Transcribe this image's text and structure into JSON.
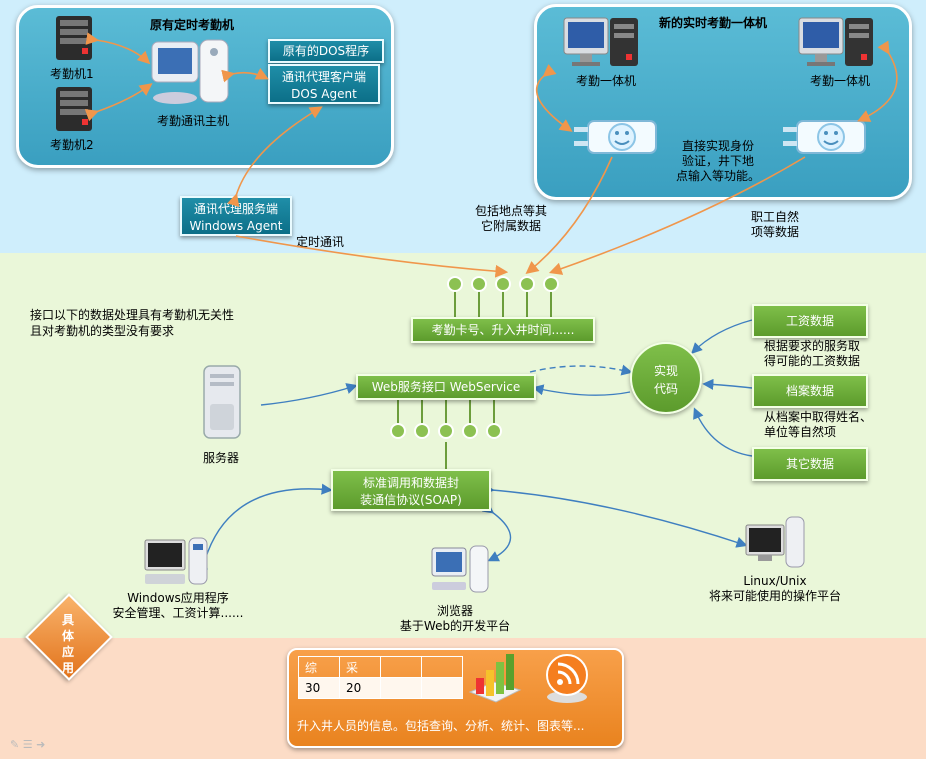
{
  "top_left": {
    "title": "原有定时考勤机",
    "machine1": "考勤机1",
    "machine2": "考勤机2",
    "host": "考勤通讯主机",
    "dos_program": "原有的DOS程序",
    "agent_client_line1": "通讯代理客户端",
    "agent_client_line2": "DOS Agent"
  },
  "top_right": {
    "title": "新的实时考勤一体机",
    "machine_a": "考勤一体机",
    "machine_b": "考勤一体机",
    "note_line1": "直接实现身份",
    "note_line2": "验证，井下地",
    "note_line3": "点输入等功能。"
  },
  "agent_server": {
    "line1": "通讯代理服务端",
    "line2": "Windows Agent"
  },
  "labels": {
    "timed_comm": "定时通讯",
    "location_line1": "包括地点等其",
    "location_line2": "它附属数据",
    "staff_line1": "职工自然",
    "staff_line2": "项等数据",
    "interface_note_line1": "接口以下的数据处理具有考勤机无关性",
    "interface_note_line2": "且对考勤机的类型没有要求",
    "server": "服务器"
  },
  "middle": {
    "card_bar": "考勤卡号、升入井时间......",
    "webservice": "Web服务接口 WebService",
    "soap_line1": "标准调用和数据封",
    "soap_line2": "装通信协议(SOAP)",
    "impl_line1": "实现",
    "impl_line2": "代码"
  },
  "sources": {
    "salary": "工资数据",
    "salary_note_line1": "根据要求的服务取",
    "salary_note_line2": "得可能的工资数据",
    "archive": "档案数据",
    "archive_note_line1": "从档案中取得姓名、",
    "archive_note_line2": "单位等自然项",
    "other": "其它数据"
  },
  "clients": {
    "windows_line1": "Windows应用程序",
    "windows_line2": "安全管理、工资计算......",
    "browser_line1": "浏览器",
    "browser_line2": "基于Web的开发平台",
    "linux_line1": "Linux/Unix",
    "linux_line2": "将来可能使用的操作平台"
  },
  "bottom": {
    "diamond": "具体应用",
    "table_head": [
      "综",
      "采",
      "",
      ""
    ],
    "table_row": [
      "30",
      "20",
      "",
      ""
    ],
    "caption": "升入井人员的信息。包括查询、分析、统计、图表等..."
  },
  "colors": {
    "top_band": "#cfeefc",
    "middle_band": "#eaf7d9",
    "bottom_band": "#fcdcc6",
    "teal": "#0c6f88",
    "green": "#5c9b2c",
    "orange": "#e9831f",
    "connector_orange": "#f0964b",
    "connector_blue": "#3f7fc0"
  }
}
